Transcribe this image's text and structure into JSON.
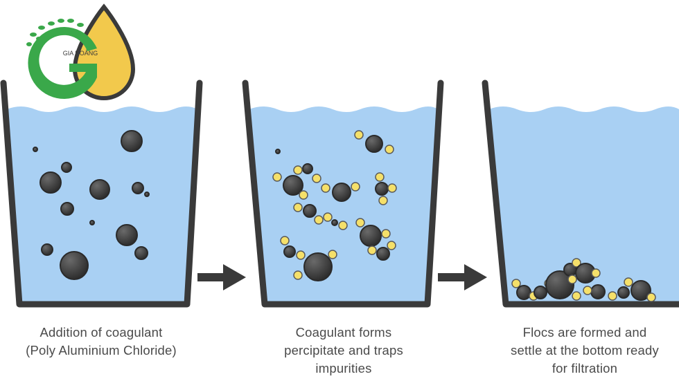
{
  "logo": {
    "text": "GIA HOÀNG",
    "colors": {
      "green": "#3aa84a",
      "drop": "#f2c94c",
      "outline": "#3a3a3a"
    }
  },
  "palette": {
    "water": "#a9d0f3",
    "cup_stroke": "#3a3a3a",
    "particle": "#4a4a4a",
    "coagulant": "#f5e06a",
    "arrow": "#3a3a3a",
    "caption": "#4a4a4a"
  },
  "steps": [
    {
      "lines": [
        "Addition of coagulant",
        "(Poly Aluminium Chloride)"
      ]
    },
    {
      "lines": [
        "Coagulant forms",
        "percipitate and traps",
        "impurities"
      ]
    },
    {
      "lines": [
        "Flocs are formed and",
        "settle at the bottom ready",
        "for filtration"
      ]
    }
  ]
}
